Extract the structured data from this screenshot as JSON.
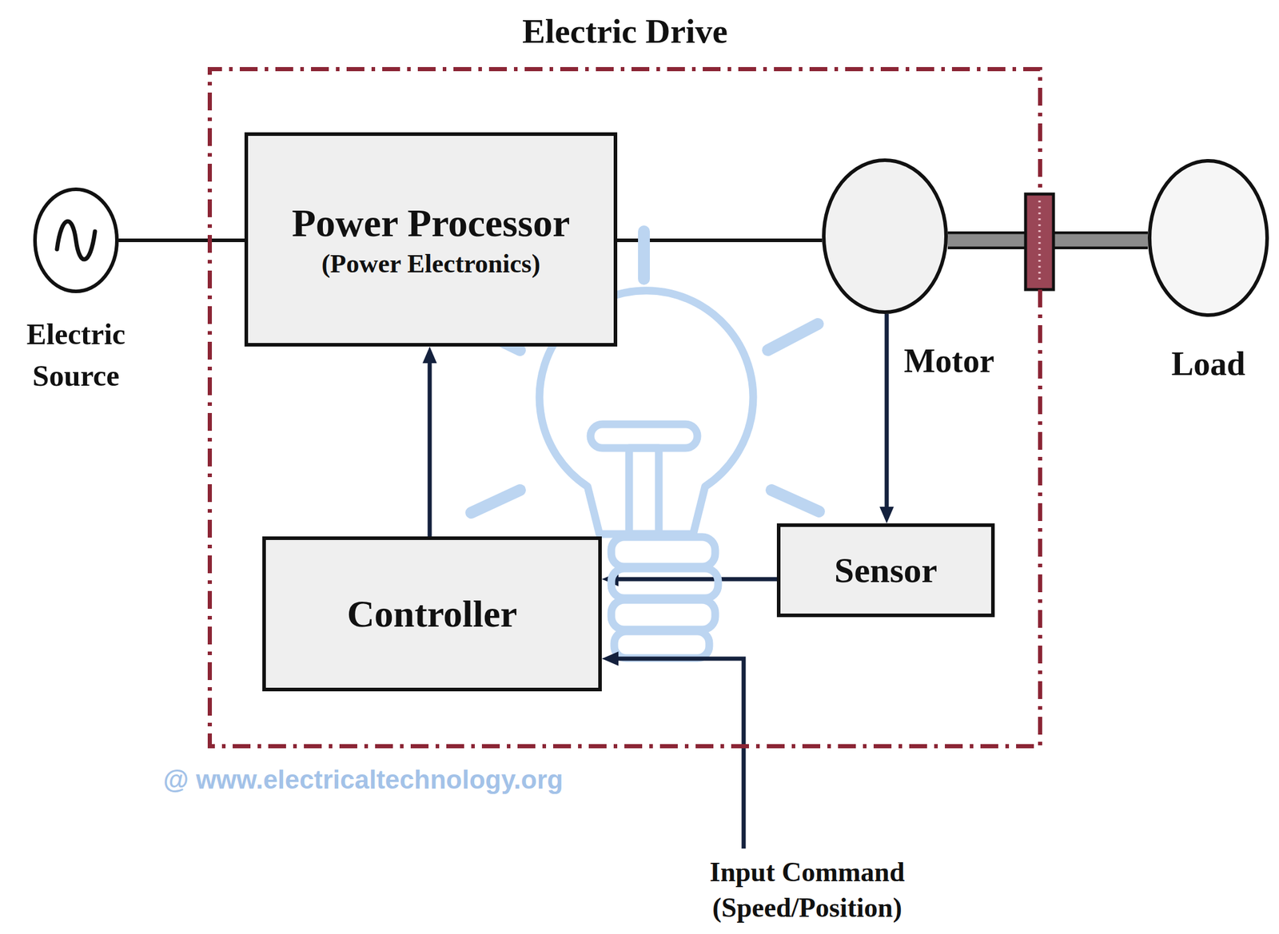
{
  "diagram": {
    "nodes": [
      {
        "text": [
          "Electric Drive"
        ]
      },
      {
        "text": [
          "Electric Source"
        ]
      },
      {
        "text": [
          "Power Processor",
          "(Power Electronics)"
        ],
        "in": 0
      },
      {
        "text": [
          "Motor"
        ],
        "in": 0
      },
      {
        "text": [
          "Load"
        ]
      },
      {
        "text": [
          "Controller"
        ],
        "in": 0
      },
      {
        "text": [
          "Sensor"
        ],
        "in": 0
      }
    ],
    "edges": [
      {
        "from": 1,
        "to": 2,
        "arrow": "none"
      },
      {
        "from": 2,
        "to": 3,
        "arrow": "none"
      },
      {
        "from": 3,
        "to": 4,
        "arrow": "none"
      },
      {
        "from": 5,
        "to": 2,
        "arrow": "to"
      },
      {
        "from": 3,
        "to": 6,
        "arrow": "to"
      },
      {
        "from": 6,
        "to": 5,
        "arrow": "to"
      }
    ],
    "labels": [
      "@ www.electricaltechnology.org",
      "Input Command (Speed/Position)"
    ]
  }
}
